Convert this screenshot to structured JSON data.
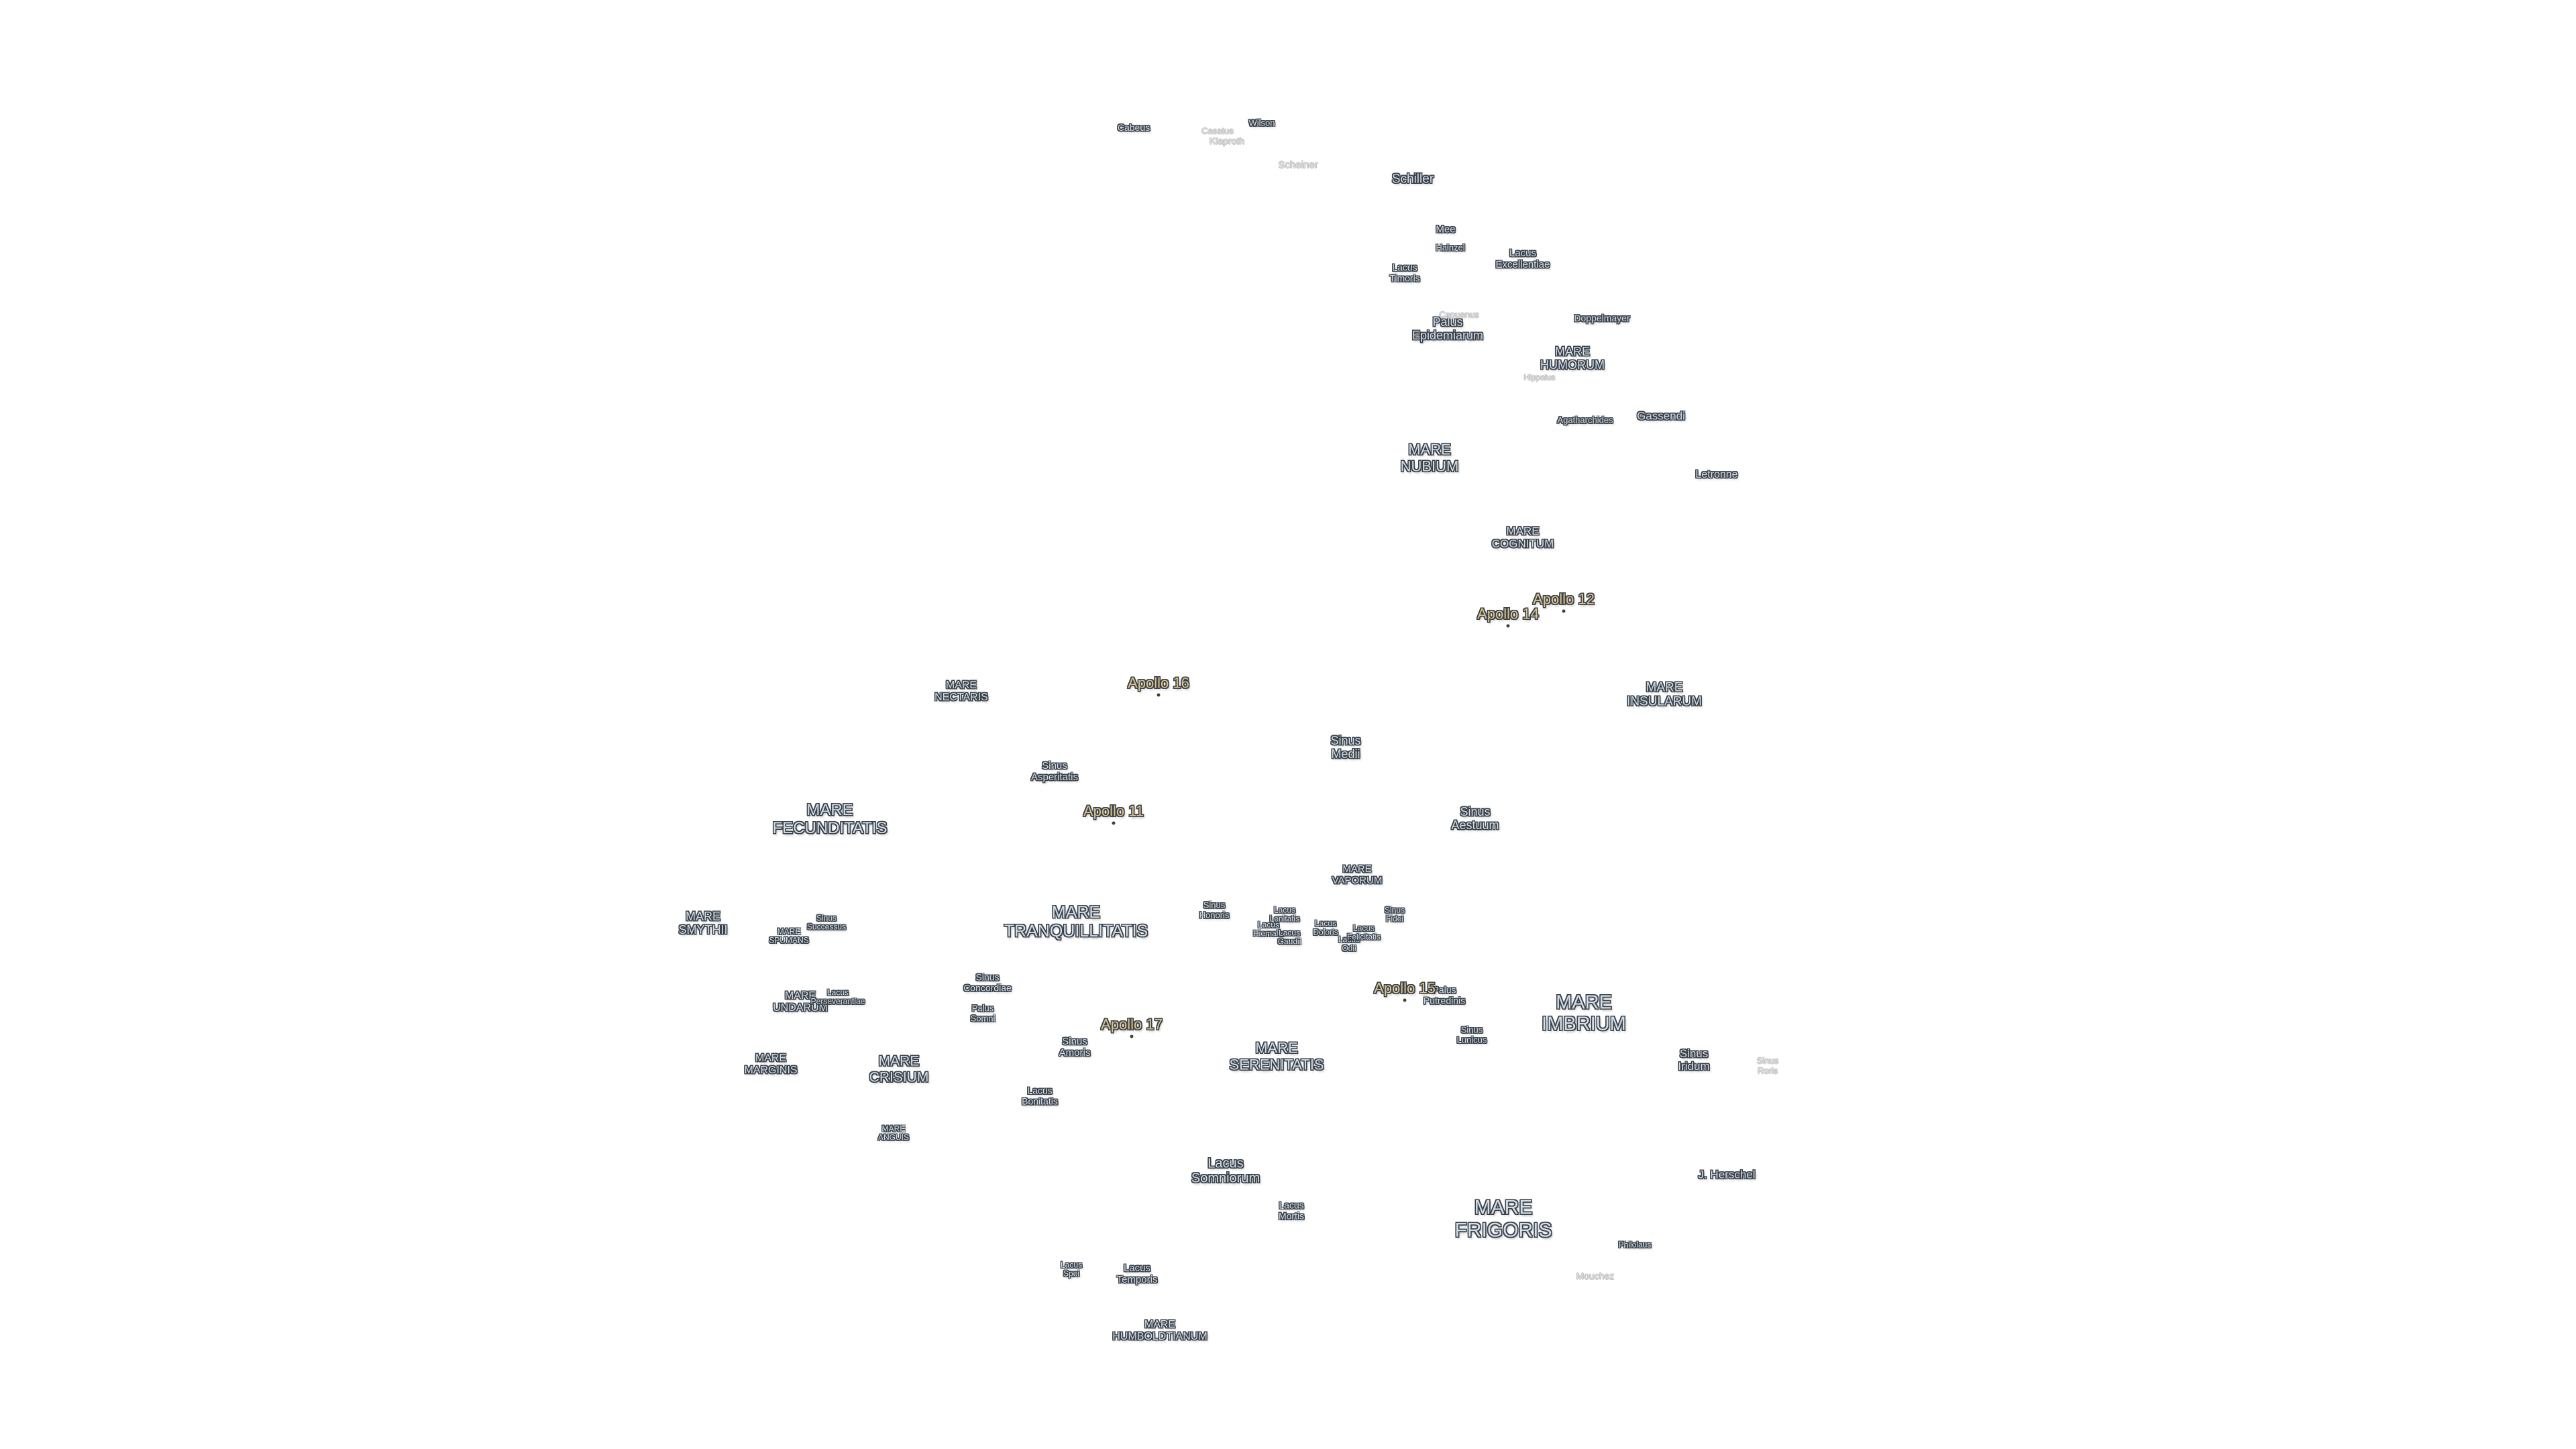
{
  "map": {
    "colors": {
      "background": "#ffffff",
      "label_fill": "#d3dee9",
      "label_outline": "#3a4148",
      "apollo_fill": "#dcc38c",
      "faded_fill": "#dadada",
      "marker": "#4a3f2c"
    }
  },
  "maria": {
    "tranquillitatis": [
      "MARE",
      "TRANQUILLITATIS"
    ],
    "fecunditatis": [
      "MARE",
      "FECUNDITATIS"
    ],
    "imbrium": [
      "MARE",
      "IMBRIUM"
    ],
    "serenitatis": [
      "MARE",
      "SERENITATIS"
    ],
    "frigoris": [
      "MARE",
      "FRIGORIS"
    ],
    "crisium": [
      "MARE",
      "CRISIUM"
    ],
    "nubium": [
      "MARE",
      "NUBIUM"
    ],
    "humorum": [
      "MARE",
      "HUMORUM"
    ],
    "insularum": [
      "MARE",
      "INSULARUM"
    ],
    "cognitum": [
      "MARE",
      "COGNITUM"
    ],
    "nectaris": [
      "MARE",
      "NECTARIS"
    ],
    "vaporum": [
      "MARE",
      "VAPORUM"
    ],
    "smythii": [
      "MARE",
      "SMYTHII"
    ],
    "undarum": [
      "MARE",
      "UNDARUM"
    ],
    "marginis": [
      "MARE",
      "MARGINIS"
    ],
    "anguis": [
      "MARE",
      "ANGUIS"
    ],
    "spumans": [
      "MARE",
      "SPUMANS"
    ],
    "humboldtianum": [
      "MARE",
      "HUMBOLDTIANUM"
    ]
  },
  "sinus": {
    "medii": [
      "Sinus",
      "Medii"
    ],
    "asperitatis": [
      "Sinus",
      "Asperitatis"
    ],
    "aestuum": [
      "Sinus",
      "Aestuum"
    ],
    "concordiae": [
      "Sinus",
      "Concordiae"
    ],
    "amoris": [
      "Sinus",
      "Amoris"
    ],
    "lunicus": [
      "Sinus",
      "Lunicus"
    ],
    "iridum": [
      "Sinus",
      "Iridum"
    ],
    "successus": [
      "Sinus",
      "Successus"
    ],
    "honoris": [
      "Sinus",
      "Honoris"
    ],
    "fidei": [
      "Sinus",
      "Fidei"
    ],
    "roris": [
      "Sinus",
      "Roris"
    ]
  },
  "lacus": {
    "somniorum": [
      "Lacus",
      "Somniorum"
    ],
    "mortis": [
      "Lacus",
      "Mortis"
    ],
    "spei": [
      "Lacus",
      "Spei"
    ],
    "temporis": [
      "Lacus",
      "Temporis"
    ],
    "bonitatis": [
      "Lacus",
      "Bonitatis"
    ],
    "excellentiae": [
      "Lacus",
      "Excellentiae"
    ],
    "timoris": [
      "Lacus",
      "Timoris"
    ],
    "perseverantiae": [
      "Lacus",
      "Perseverantiae"
    ],
    "lenitatis": [
      "Lacus",
      "Lenitatis"
    ],
    "hiemalis": [
      "Lacus",
      "Hiemalis"
    ],
    "gaudii": [
      "Lacus",
      "Gaudii"
    ],
    "doloris": [
      "Lacus",
      "Doloris"
    ],
    "odii": [
      "Lacus",
      "Odii"
    ],
    "felicitatis": [
      "Lacus",
      "Felicitatis"
    ]
  },
  "palus": {
    "epidemiarum": [
      "Palus",
      "Epidemiarum"
    ],
    "putredinis": [
      "Palus",
      "Putredinis"
    ],
    "somni": [
      "Palus",
      "Somni"
    ]
  },
  "craters": {
    "cabeus": "Cabeus",
    "wilson": "Wilson",
    "casatus": "Casatus",
    "klaproth": "Klaproth",
    "scheiner": "Scheiner",
    "schiller": "Schiller",
    "mee": "Mee",
    "hainzel": "Hainzel",
    "capuanus": "Capuanus",
    "doppelmayer": "Doppelmayer",
    "hippalus": "Hippalus",
    "agatharchides": "Agatharchides",
    "gassendi": "Gassendi",
    "letronne": "Letronne",
    "j_herschel": "J. Herschel",
    "philolaus": "Philolaus",
    "mouchez": "Mouchez"
  },
  "landing_sites": {
    "apollo_11": "Apollo 11",
    "apollo_12": "Apollo 12",
    "apollo_14": "Apollo 14",
    "apollo_15": "Apollo 15",
    "apollo_16": "Apollo 16",
    "apollo_17": "Apollo 17"
  }
}
